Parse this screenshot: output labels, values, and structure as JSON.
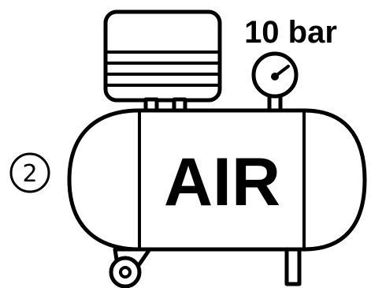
{
  "tank_label": "AIR",
  "pressure_label": "10 bar",
  "item_number": "2"
}
